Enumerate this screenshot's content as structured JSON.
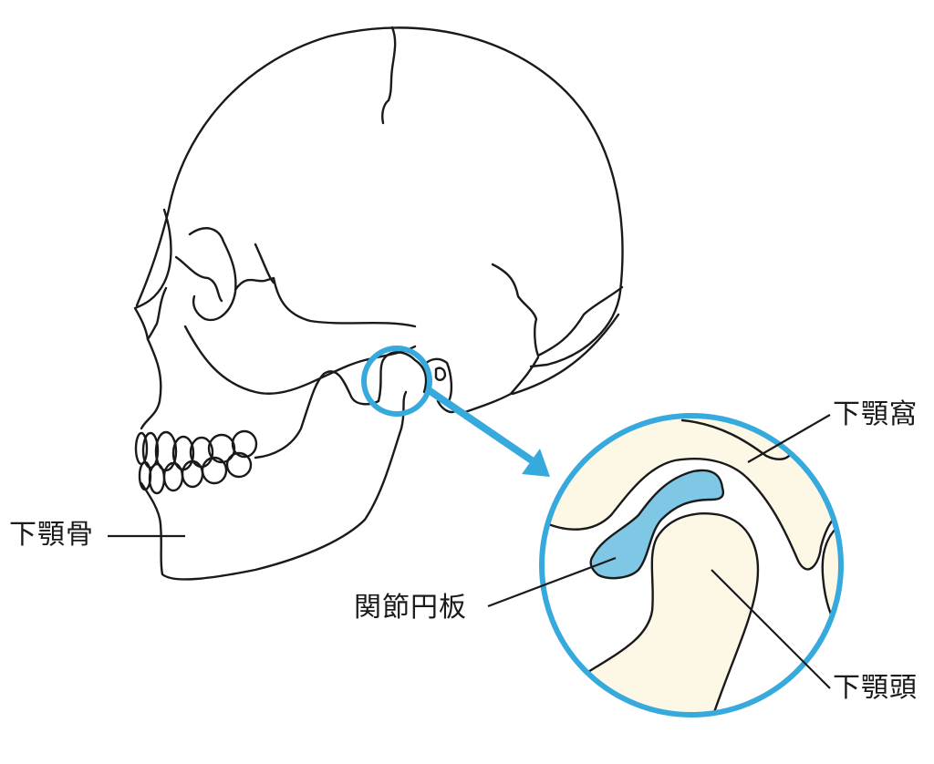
{
  "diagram": {
    "subject": "Temporomandibular joint (side view of skull with magnified joint)",
    "colors": {
      "outline": "#1a1a1a",
      "accent_blue": "#36a9dd",
      "disc_fill": "#7ec8e6",
      "bone_fill": "#fdf8e6",
      "background": "#ffffff"
    },
    "labels": {
      "mandible": "下顎骨",
      "articular_disc": "関節円板",
      "mandibular_fossa": "下顎窩",
      "mandibular_head": "下顎頭"
    }
  }
}
